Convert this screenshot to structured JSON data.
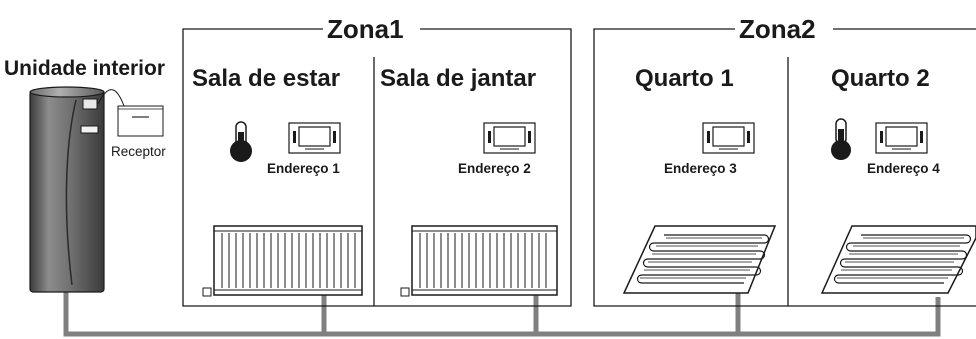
{
  "indoor_unit": {
    "title": "Unidade interior",
    "receptor_label": "Receptor"
  },
  "zones": [
    {
      "title": "Zona1",
      "rooms": [
        {
          "name": "Sala de estar",
          "address": "Endereço 1",
          "thermometer": true,
          "emitter": "radiator"
        },
        {
          "name": "Sala de jantar",
          "address": "Endereço 2",
          "thermometer": false,
          "emitter": "radiator"
        }
      ]
    },
    {
      "title": "Zona2",
      "rooms": [
        {
          "name": "Quarto 1",
          "address": "Endereço 3",
          "thermometer": false,
          "emitter": "underfloor-heating"
        },
        {
          "name": "Quarto 2",
          "address": "Endereço 4",
          "thermometer": true,
          "emitter": "underfloor-heating"
        }
      ]
    }
  ],
  "colors": {
    "pipe": "#808080",
    "unit_body": "#6e6e6e",
    "outline": "#1a1a1a"
  }
}
